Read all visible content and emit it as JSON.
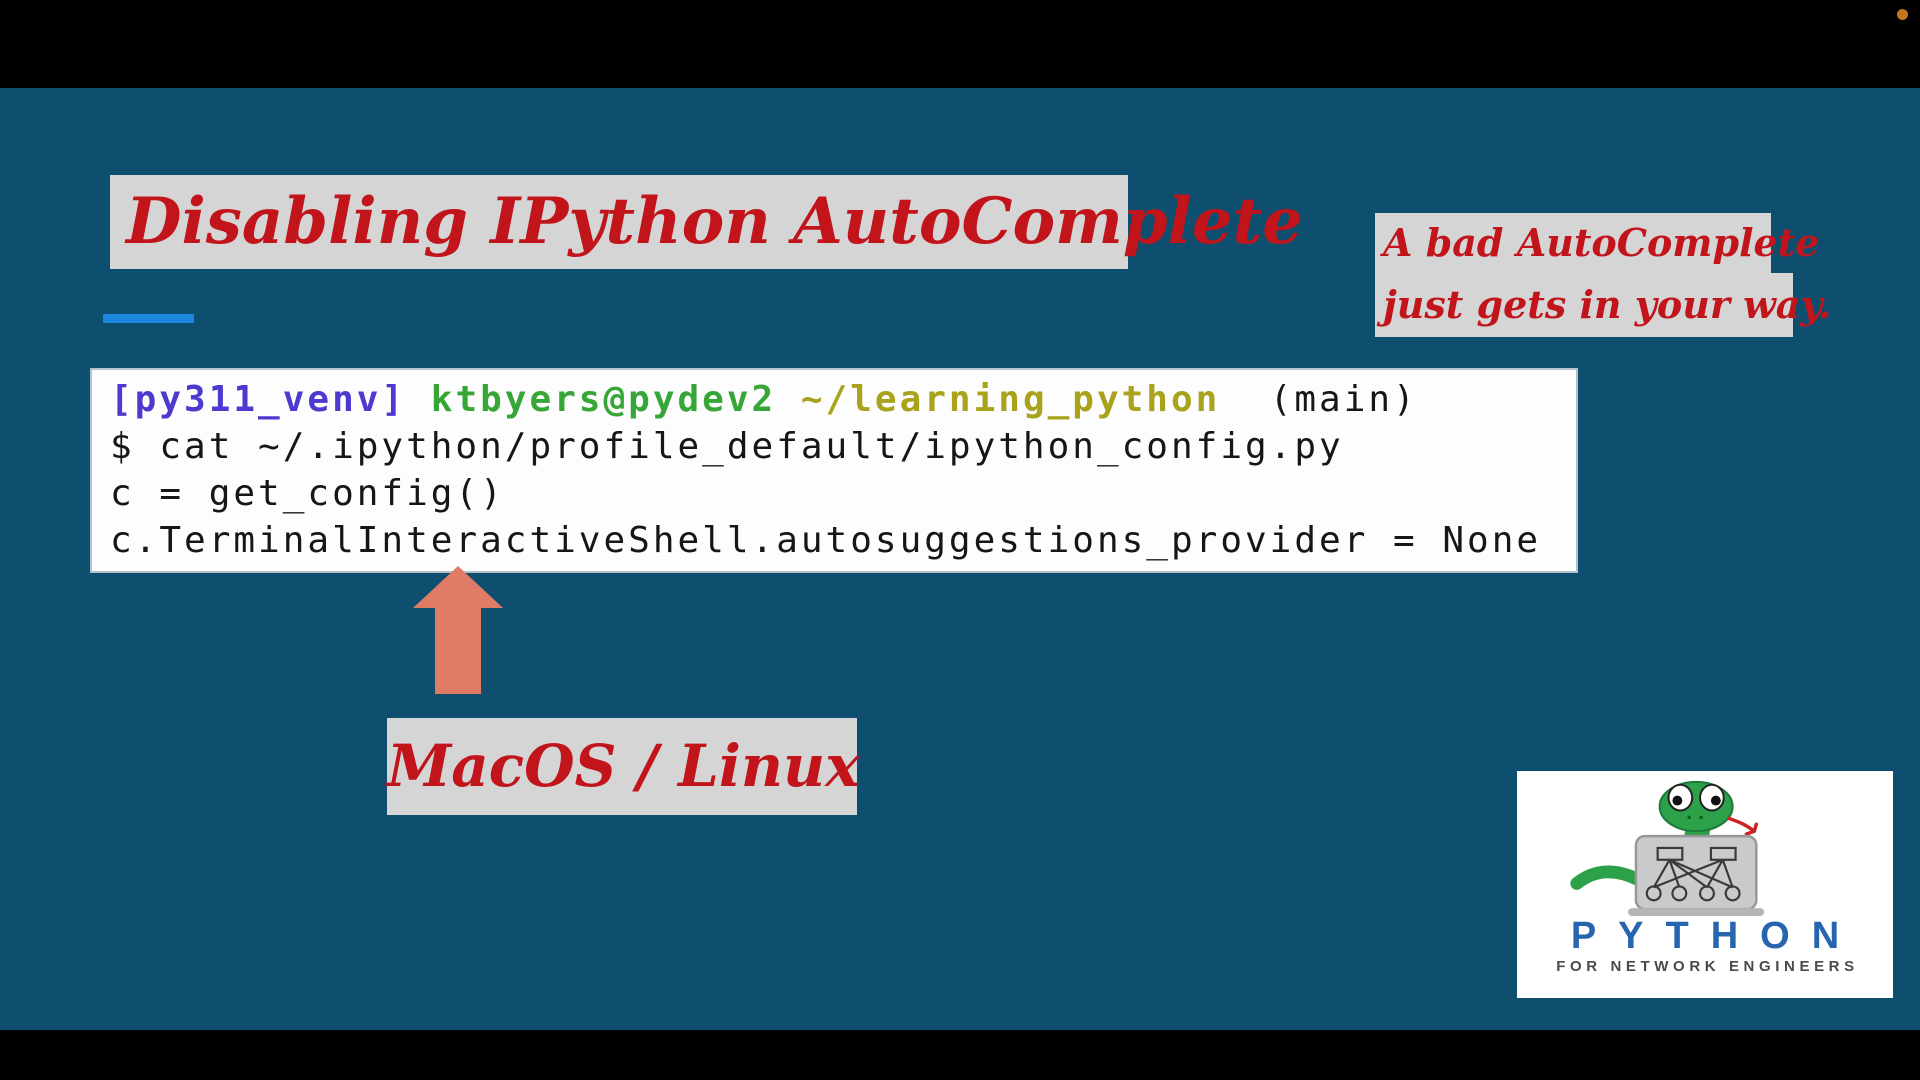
{
  "slide": {
    "title": "Disabling IPython AutoComplete",
    "note_line1": "A bad AutoComplete",
    "note_line2": "just gets in your way.",
    "platform_label": "MacOS / Linux"
  },
  "terminal": {
    "prompt_segments": [
      {
        "name": "venv",
        "text": "[py311_venv] ",
        "color": "#4c3ad0"
      },
      {
        "name": "user",
        "text": "ktbyers@pydev2 ",
        "color": "#36a637"
      },
      {
        "name": "path",
        "text": "~/learning_python",
        "color": "#a9a31c"
      },
      {
        "name": "branch",
        "text": "  (main)",
        "color": "#161616"
      }
    ],
    "lines": [
      "$ cat ~/.ipython/profile_default/ipython_config.py",
      "c = get_config()",
      "c.TerminalInteractiveShell.autosuggestions_provider = None"
    ]
  },
  "logo": {
    "title": "PYTHON",
    "subtitle": "FOR NETWORK ENGINEERS"
  },
  "icons": {
    "arrow_up": "up-arrow",
    "recording_dot": "recording-indicator",
    "snake_laptop": "python-snake-with-laptop"
  },
  "colors": {
    "background_teal": "#0e4e6e",
    "letterbox_black": "#000000",
    "label_gray": "#d5d5d6",
    "script_red": "#c1141b",
    "underline_blue": "#1d87dd",
    "terminal_bg": "#fdfdfd",
    "terminal_border": "#b3c2cd",
    "prompt_venv_purple": "#4c3ad0",
    "prompt_user_green": "#36a637",
    "prompt_path_olive": "#a9a31c",
    "terminal_text": "#161616",
    "arrow_salmon": "#e07c66",
    "logo_blue": "#2766ae",
    "logo_subtitle_gray": "#4a4a4a",
    "recording_dot_orange": "#c4761f"
  }
}
